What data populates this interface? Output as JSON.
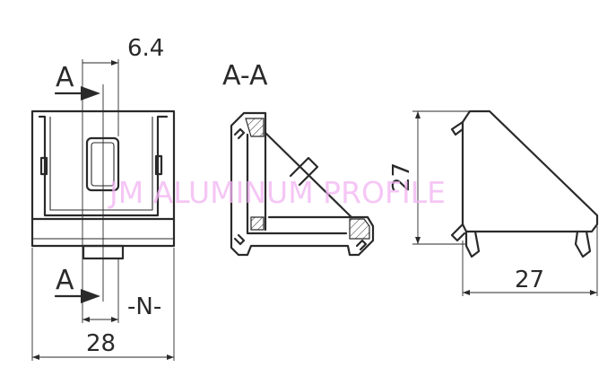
{
  "front_view": {
    "section_label_top": "A",
    "section_label_bottom": "A",
    "dim_offset": "6.4",
    "dim_width": "28",
    "dim_slot": "-N-"
  },
  "section_view": {
    "title": "A-A"
  },
  "side_view": {
    "dim_height": "27",
    "dim_base": "27"
  },
  "watermark": "JM ALUMINUM PROFILE"
}
